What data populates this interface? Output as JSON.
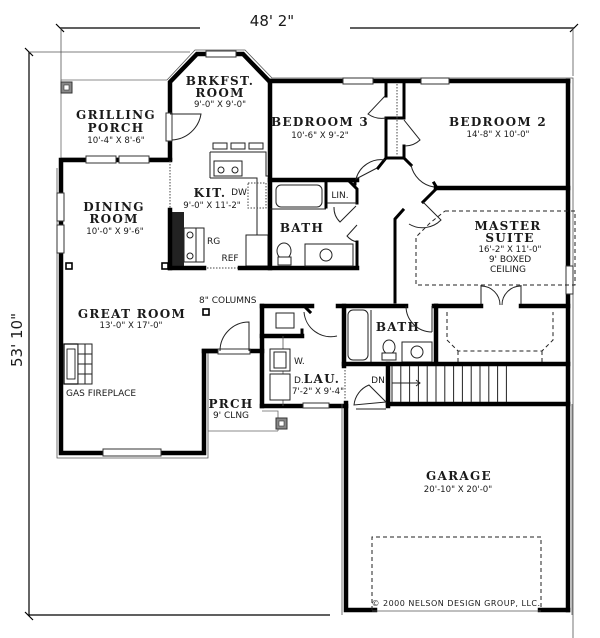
{
  "drawing": {
    "type": "floor-plan",
    "overall_width_label": "48' 2\"",
    "overall_depth_label": "53' 10\"",
    "copyright": "© 2000 NELSON DESIGN GROUP, LLC."
  },
  "rooms": {
    "grilling_porch": {
      "name_line1": "GRILLING",
      "name_line2": "PORCH",
      "dimensions": "10'-4\" X 8'-6\""
    },
    "breakfast_room": {
      "name_line1": "BRKFST.",
      "name_line2": "ROOM",
      "dimensions": "9'-0\" X 9'-0\""
    },
    "bedroom_3": {
      "name": "BEDROOM 3",
      "dimensions": "10'-6\" X 9'-2\""
    },
    "bedroom_2": {
      "name": "BEDROOM 2",
      "dimensions": "14'-8\" X 10'-0\""
    },
    "dining_room": {
      "name_line1": "DINING",
      "name_line2": "ROOM",
      "dimensions": "10'-0\" X 9'-6\""
    },
    "kitchen": {
      "name": "KIT.",
      "dimensions": "9'-0\" X 11'-2\""
    },
    "hall_bath": {
      "name": "BATH"
    },
    "linen": {
      "name": "LIN."
    },
    "master_suite": {
      "name_line1": "MASTER",
      "name_line2": "SUITE",
      "dimensions": "16'-2\" X 11'-0\"",
      "note_line1": "9' BOXED",
      "note_line2": "CEILING"
    },
    "great_room": {
      "name": "GREAT ROOM",
      "dimensions": "13'-0\" X 17'-0\""
    },
    "master_bath": {
      "name": "BATH"
    },
    "laundry": {
      "name": "LAU.",
      "dimensions": "7'-2\" X 9'-4\""
    },
    "porch": {
      "name": "PRCH",
      "note": "9' CLNG"
    },
    "garage": {
      "name": "GARAGE",
      "dimensions": "20'-10\" X 20'-0\""
    }
  },
  "annotations": {
    "dishwasher": "DW",
    "range": "RG",
    "refrigerator": "REF",
    "washer": "W.",
    "dryer": "D.",
    "columns": "8\" COLUMNS",
    "fireplace": "GAS FIREPLACE",
    "stairs_down": "DN"
  }
}
